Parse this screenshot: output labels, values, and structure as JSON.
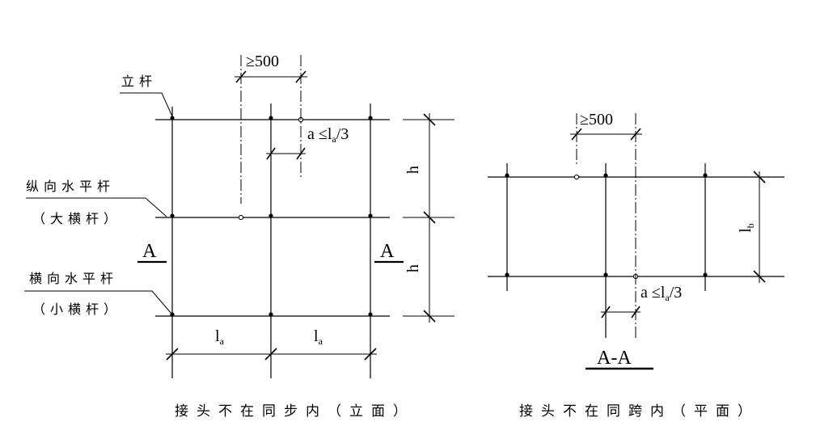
{
  "elevation": {
    "pole_label": "立杆",
    "longitudinal_bar_label": "纵向水平杆",
    "longitudinal_bar_alias": "（大横杆）",
    "transverse_bar_label": "横向水平杆",
    "transverse_bar_alias": "（小横杆）",
    "offset_dim": "≥500",
    "joint_limit": {
      "prefix": "a ≤l",
      "sub": "a",
      "suffix": "/3"
    },
    "height_dim": "h",
    "span_dim": {
      "main": "l",
      "sub": "a"
    },
    "section_mark": "A",
    "caption": "接头不在同步内（立面）"
  },
  "plan": {
    "offset_dim": "≥500",
    "joint_limit": {
      "prefix": "a ≤l",
      "sub": "a",
      "suffix": "/3"
    },
    "width_dim": {
      "main": "l",
      "sub": "b"
    },
    "section_title": "A-A",
    "caption": "接头不在同跨内（平面）"
  }
}
